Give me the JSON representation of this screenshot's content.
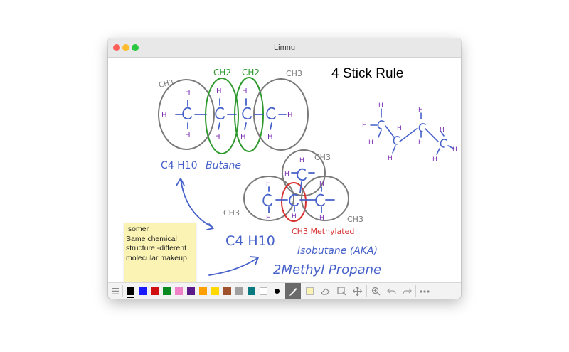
{
  "window": {
    "title": "Limnu"
  },
  "board": {
    "heading": "4 Stick Rule",
    "sticky_note": {
      "lines": [
        "Isomer",
        "Same chemical",
        "structure -different",
        "molecular makeup"
      ]
    },
    "handwriting": {
      "ch3_left": "CH3",
      "ch2_a": "CH2",
      "ch2_b": "CH2",
      "ch3_right": "CH3",
      "formula_1": "C4 H10",
      "butane": "Butane",
      "ch3_iso_top": "CH3",
      "ch3_iso_left": "CH3",
      "ch3_iso_right": "CH3",
      "formula_2": "C4 H10",
      "methylated": "CH3 Methylated",
      "isobutane": "Isobutane (AKA)",
      "methyl_propane": "2Methyl Propane"
    },
    "colors": {
      "green": "#2e9a2e",
      "purple": "#7b2fb4",
      "blue": "#4661c9",
      "gray": "#7a7a7a",
      "red": "#d63030"
    }
  },
  "toolbar": {
    "menu_icon": "menu-icon",
    "swatches": [
      "#000000",
      "#1a1aff",
      "#d01010",
      "#0a8a20",
      "#f080c8",
      "#5a1a8a",
      "#ffa000",
      "#ffd800",
      "#a0522d",
      "#a0a0a0",
      "#0a7a80",
      "#ffffff"
    ],
    "tools": [
      "dot-brush",
      "pen-icon",
      "sticky-note-icon",
      "eraser-icon",
      "image-icon",
      "move-icon",
      "zoom-icon",
      "undo-icon",
      "redo-icon",
      "more-icon"
    ]
  }
}
